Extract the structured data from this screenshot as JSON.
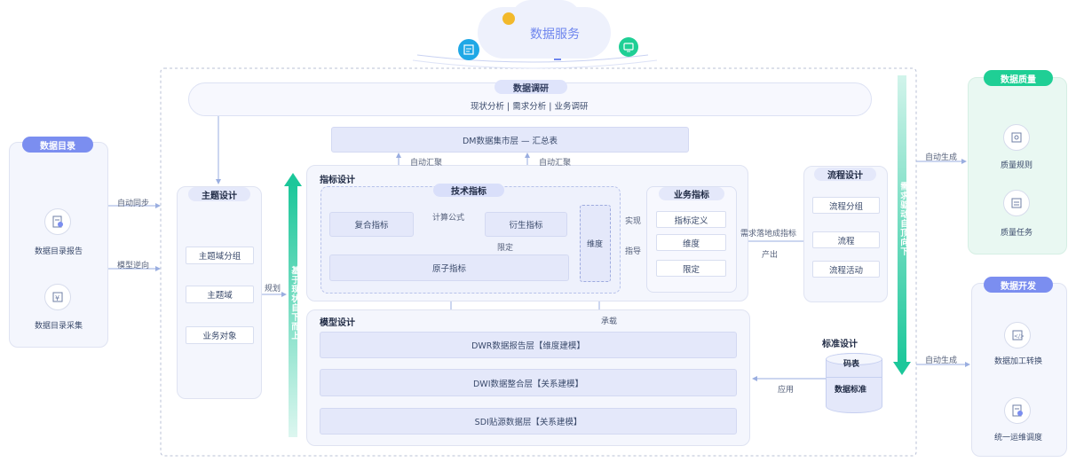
{
  "colors": {
    "accent_blue": "#7b8ef0",
    "green_pill": "#1fcf95",
    "teal_arrow": "#1cc79a",
    "line": "#9aaee0"
  },
  "top": {
    "title": "数据服务"
  },
  "catalog": {
    "title": "数据目录",
    "items": [
      "数据目录报告",
      "数据目录采集"
    ]
  },
  "quality": {
    "title": "数据质量",
    "items": [
      "质量规则",
      "质量任务"
    ]
  },
  "dev": {
    "title": "数据开发",
    "items": [
      "数据加工转换",
      "统一运维调度"
    ]
  },
  "research": {
    "title": "数据调研",
    "subtitle": "现状分析 | 需求分析 | 业务调研"
  },
  "dm": {
    "label": "DM数据集市层 — 汇总表"
  },
  "theme": {
    "title": "主题设计",
    "items": [
      "主题域分组",
      "主题域",
      "业务对象"
    ]
  },
  "vertical_left": "基于现状自下而上",
  "vertical_right": "需求驱动自顶向下",
  "indicator": {
    "title": "指标设计",
    "tech_title": "技术指标",
    "composite": "复合指标",
    "derived": "衍生指标",
    "atomic": "原子指标",
    "dimension": "维度",
    "biz_title": "业务指标",
    "biz_items": [
      "指标定义",
      "维度",
      "限定"
    ]
  },
  "flow": {
    "title": "流程设计",
    "items": [
      "流程分组",
      "流程",
      "流程活动"
    ]
  },
  "model": {
    "title": "模型设计",
    "layers": [
      "DWR数据报告层【维度建模】",
      "DWI数据整合层【关系建模】",
      "SDI贴源数据层【关系建模】"
    ]
  },
  "standard": {
    "title": "标准设计",
    "top": "码表",
    "bottom": "数据标准"
  },
  "labels": {
    "auto_sync": "自动同步",
    "model_reverse": "模型逆向",
    "auto_gen_1": "自动生成",
    "auto_gen_2": "自动生成",
    "plan": "规划",
    "auto_agg_1": "自动汇聚",
    "auto_agg_2": "自动汇聚",
    "calc": "计算公式",
    "limit": "限定",
    "realize": "实现",
    "guide": "指导",
    "demand": "需求落地成指标",
    "output": "产出",
    "carry": "承载",
    "apply": "应用"
  }
}
